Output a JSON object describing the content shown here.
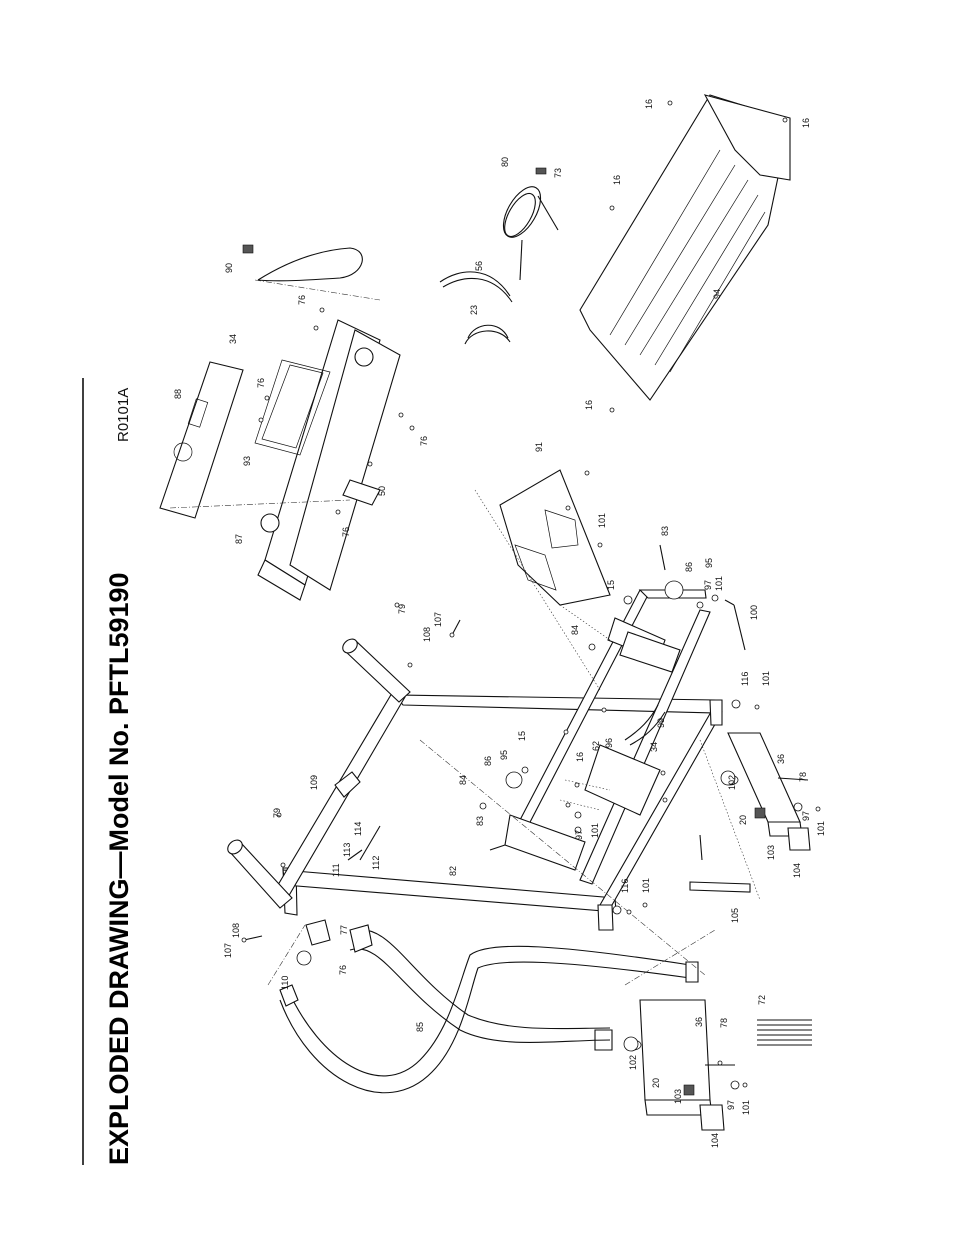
{
  "document": {
    "title": "EXPLODED DRAWING—Model No. PFTL59190",
    "drawing_ref": "R0101A"
  },
  "part_numbers": {
    "n15": "15",
    "n16": "16",
    "n20": "20",
    "n23": "23",
    "n34": "34",
    "n36": "36",
    "n50": "50",
    "n56": "56",
    "n62": "62",
    "n72": "72",
    "n73": "73",
    "n76": "76",
    "n77": "77",
    "n78": "78",
    "n79": "79",
    "n80": "80",
    "n82": "82",
    "n83": "83",
    "n84": "84",
    "n85": "85",
    "n86": "86",
    "n87": "87",
    "n88": "88",
    "n90": "90",
    "n91": "91",
    "n93": "93",
    "n94": "94",
    "n95": "95",
    "n96": "96",
    "n97": "97",
    "n99": "99",
    "n100": "100",
    "n101": "101",
    "n102": "102",
    "n103": "103",
    "n104": "104",
    "n105": "105",
    "n107": "107",
    "n108": "108",
    "n109": "109",
    "n110": "110",
    "n111": "111",
    "n112": "112",
    "n113": "113",
    "n114": "114",
    "n116": "116"
  }
}
